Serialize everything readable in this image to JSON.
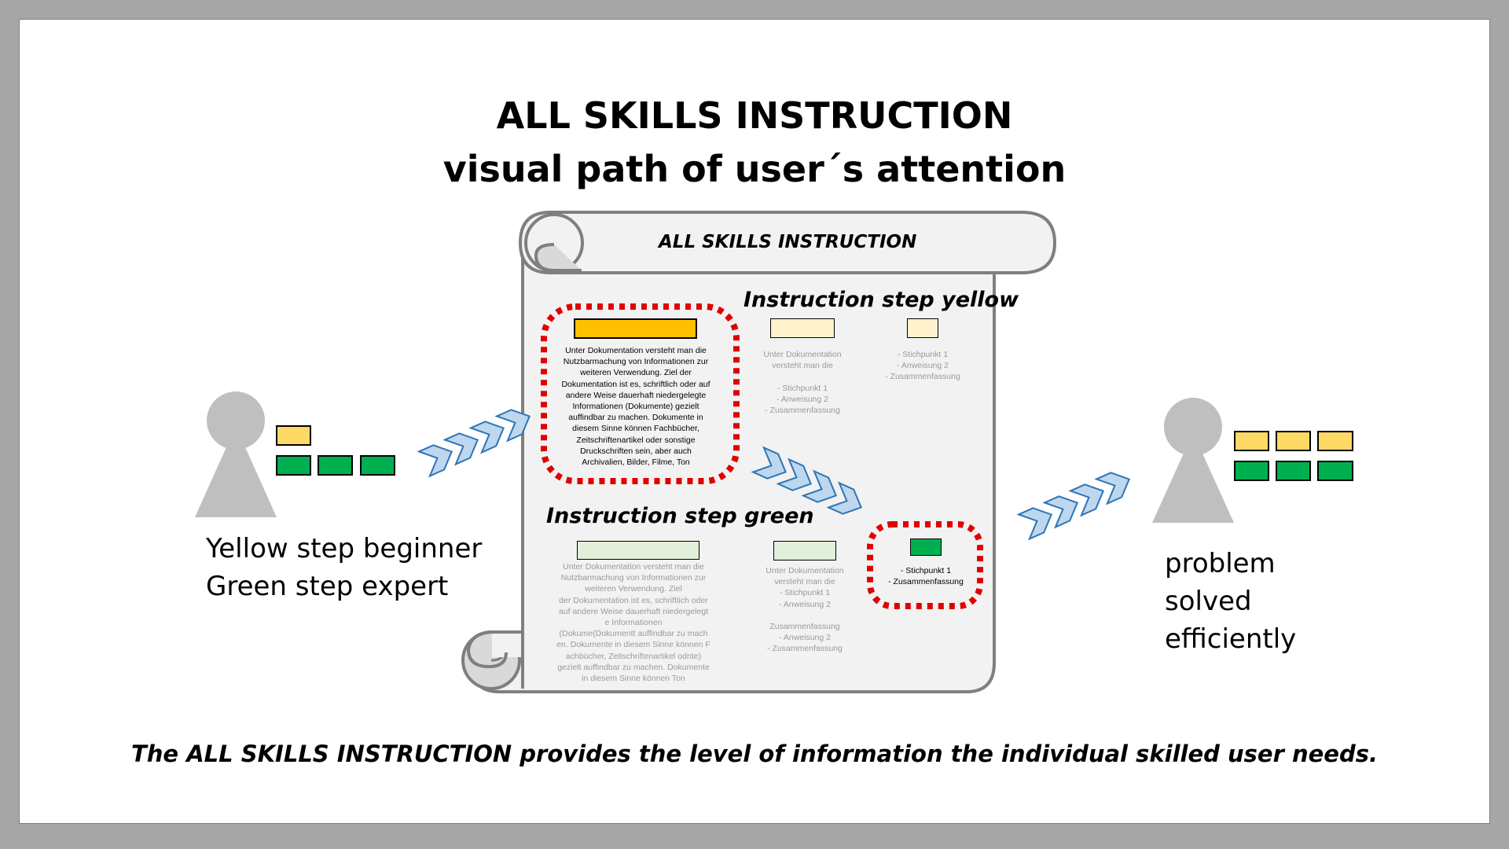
{
  "title": {
    "line1": "ALL SKILLS INSTRUCTION",
    "line2": "visual path of user´s attention"
  },
  "scroll": {
    "title": "ALL SKILLS INSTRUCTION"
  },
  "yellow_step": {
    "heading": "Instruction step yellow",
    "full_text": "Unter Dokumentation versteht man die\nNutzbarmachung von Informationen zur\nweiteren Verwendung. Ziel der\nDokumentation ist es, schriftlich oder auf\nandere Weise dauerhaft niedergelegte\nInformationen (Dokumente) gezielt\nauffindbar zu machen. Dokumente in\ndiesem Sinne können Fachbücher,\nZeitschriftenartikel oder sonstige\nDruckschriften sein, aber auch\nArchivalien, Bilder, Filme, Ton",
    "medium_text": "Unter Dokumentation\nversteht man die\n\n- Stichpunkt 1\n- Anweisung 2\n- Zusammenfassung",
    "short_text": "- Stichpunkt 1\n- Anweisung 2\n- Zusammenfassung"
  },
  "green_step": {
    "heading": "Instruction step green",
    "full_text": "Unter Dokumentation versteht man die\nNutzbarmachung von Informationen zur\nweiteren Verwendung. Ziel\nder Dokumentation ist es, schriftlich oder\nauf andere Weise dauerhaft niedergelegt\ne Informationen\n(Dokume(Dokumentt auffindbar zu mach\nen. Dokumente in diesem Sinne können F\nachbücher, Zeitschriftenartikel odnte)\ngezielt auffindbar zu machen. Dokumente\nin diesem Sinne können Ton",
    "medium_text": "Unter Dokumentation\nversteht man die\n- Stichpunkt 1\n- Anweisung 2\n\nZusammenfassung\n- Anweisung 2\n- Zusammenfassung",
    "short_text": "- Stichpunkt 1\n- Zusammenfassung"
  },
  "left_user": {
    "line1": "Yellow step beginner",
    "line2": "Green step expert"
  },
  "right_user": {
    "line1": "problem",
    "line2": "solved",
    "line3": "efficiently"
  },
  "footer": "The ALL SKILLS INSTRUCTION provides the level of information the individual skilled user needs.",
  "colors": {
    "yellow_strong": "#ffc000",
    "yellow_light": "#ffd966",
    "yellow_pale": "#fff2cc",
    "green_strong": "#00b050",
    "green_pale": "#e2efda",
    "highlight_red": "#e00000",
    "arrow_fill": "#bdd7ee",
    "arrow_stroke": "#2e75b6",
    "person_gray": "#bfbfbf",
    "scroll_fill": "#f2f2f2",
    "scroll_stroke": "#7f7f7f"
  }
}
